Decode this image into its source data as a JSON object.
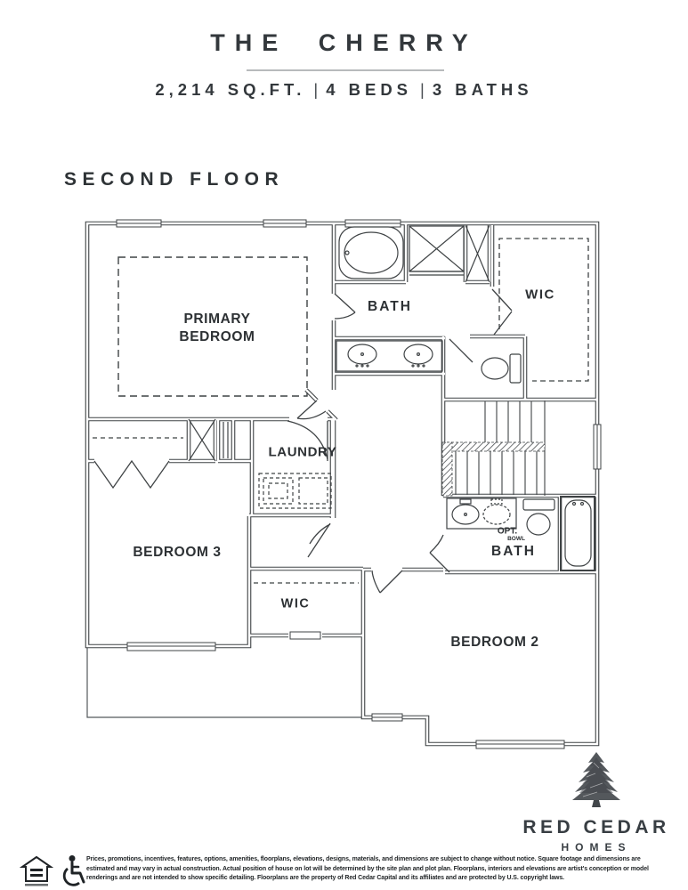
{
  "header": {
    "title": "THE CHERRY",
    "specs": [
      "2,214 SQ.FT.",
      "4 BEDS",
      "3 BATHS"
    ],
    "separator": "|",
    "floor_label": "SECOND FLOOR"
  },
  "floorplan": {
    "rooms": {
      "primary_bedroom_line1": "PRIMARY",
      "primary_bedroom_line2": "BEDROOM",
      "primary_bath": "BATH",
      "primary_wic": "WIC",
      "laundry": "LAUNDRY",
      "bedroom3": "BEDROOM 3",
      "wic2": "WIC",
      "bath2": "BATH",
      "opt_bowl_line1": "OPT.",
      "opt_bowl_line2": "BOWL",
      "bedroom2": "BEDROOM 2"
    }
  },
  "logo": {
    "name": "RED CEDAR",
    "sub": "HOMES"
  },
  "footer": {
    "disclaimer": "Prices, promotions, incentives, features, options, amenities, floorplans, elevations, designs, materials, and dimensions are subject to change without notice. Square footage and dimensions are estimated and may vary in actual construction. Actual position of house on lot will be determined by the site plan and plot plan. Floorplans, interiors and elevations are artist's conception or model renderings and are not intended to show specific detailing. Floorplans are the property of Red Cedar Capital and its affiliates and are protected by U.S. copyright laws."
  },
  "icons": {
    "equal_housing": "equal-housing",
    "accessibility": "wheelchair-accessible",
    "logo_tree": "cedar-tree"
  },
  "colors": {
    "text_dark": "#33383c",
    "plan_line": "#3f4345",
    "divider": "#b7babc",
    "footer_text": "#212527"
  }
}
